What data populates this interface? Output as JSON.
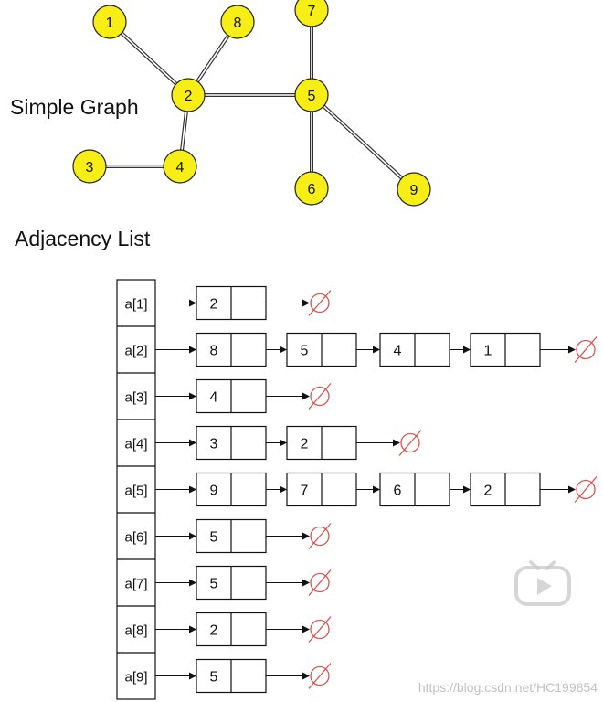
{
  "graph": {
    "title": "Simple Graph",
    "nodes": [
      "1",
      "2",
      "3",
      "4",
      "5",
      "6",
      "7",
      "8",
      "9"
    ],
    "edges": [
      [
        "1",
        "2"
      ],
      [
        "8",
        "2"
      ],
      [
        "2",
        "5"
      ],
      [
        "2",
        "4"
      ],
      [
        "3",
        "4"
      ],
      [
        "7",
        "5"
      ],
      [
        "5",
        "6"
      ],
      [
        "5",
        "9"
      ]
    ]
  },
  "adjacency": {
    "title": "Adjacency List",
    "rows": [
      {
        "label": "a[1]",
        "items": [
          "2"
        ]
      },
      {
        "label": "a[2]",
        "items": [
          "8",
          "5",
          "4",
          "1"
        ]
      },
      {
        "label": "a[3]",
        "items": [
          "4"
        ]
      },
      {
        "label": "a[4]",
        "items": [
          "3",
          "2"
        ]
      },
      {
        "label": "a[5]",
        "items": [
          "9",
          "7",
          "6",
          "2"
        ]
      },
      {
        "label": "a[6]",
        "items": [
          "5"
        ]
      },
      {
        "label": "a[7]",
        "items": [
          "5"
        ]
      },
      {
        "label": "a[8]",
        "items": [
          "2"
        ]
      },
      {
        "label": "a[9]",
        "items": [
          "5"
        ]
      }
    ]
  },
  "colors": {
    "node_fill": "#f6ee14",
    "node_stroke": "#222222",
    "null_symbol": "#d9534f",
    "line": "#111111"
  },
  "icons": {
    "null_pointer": "empty-set-icon",
    "play": "play-icon"
  },
  "watermark": "https://blog.csdn.net/HC199854"
}
